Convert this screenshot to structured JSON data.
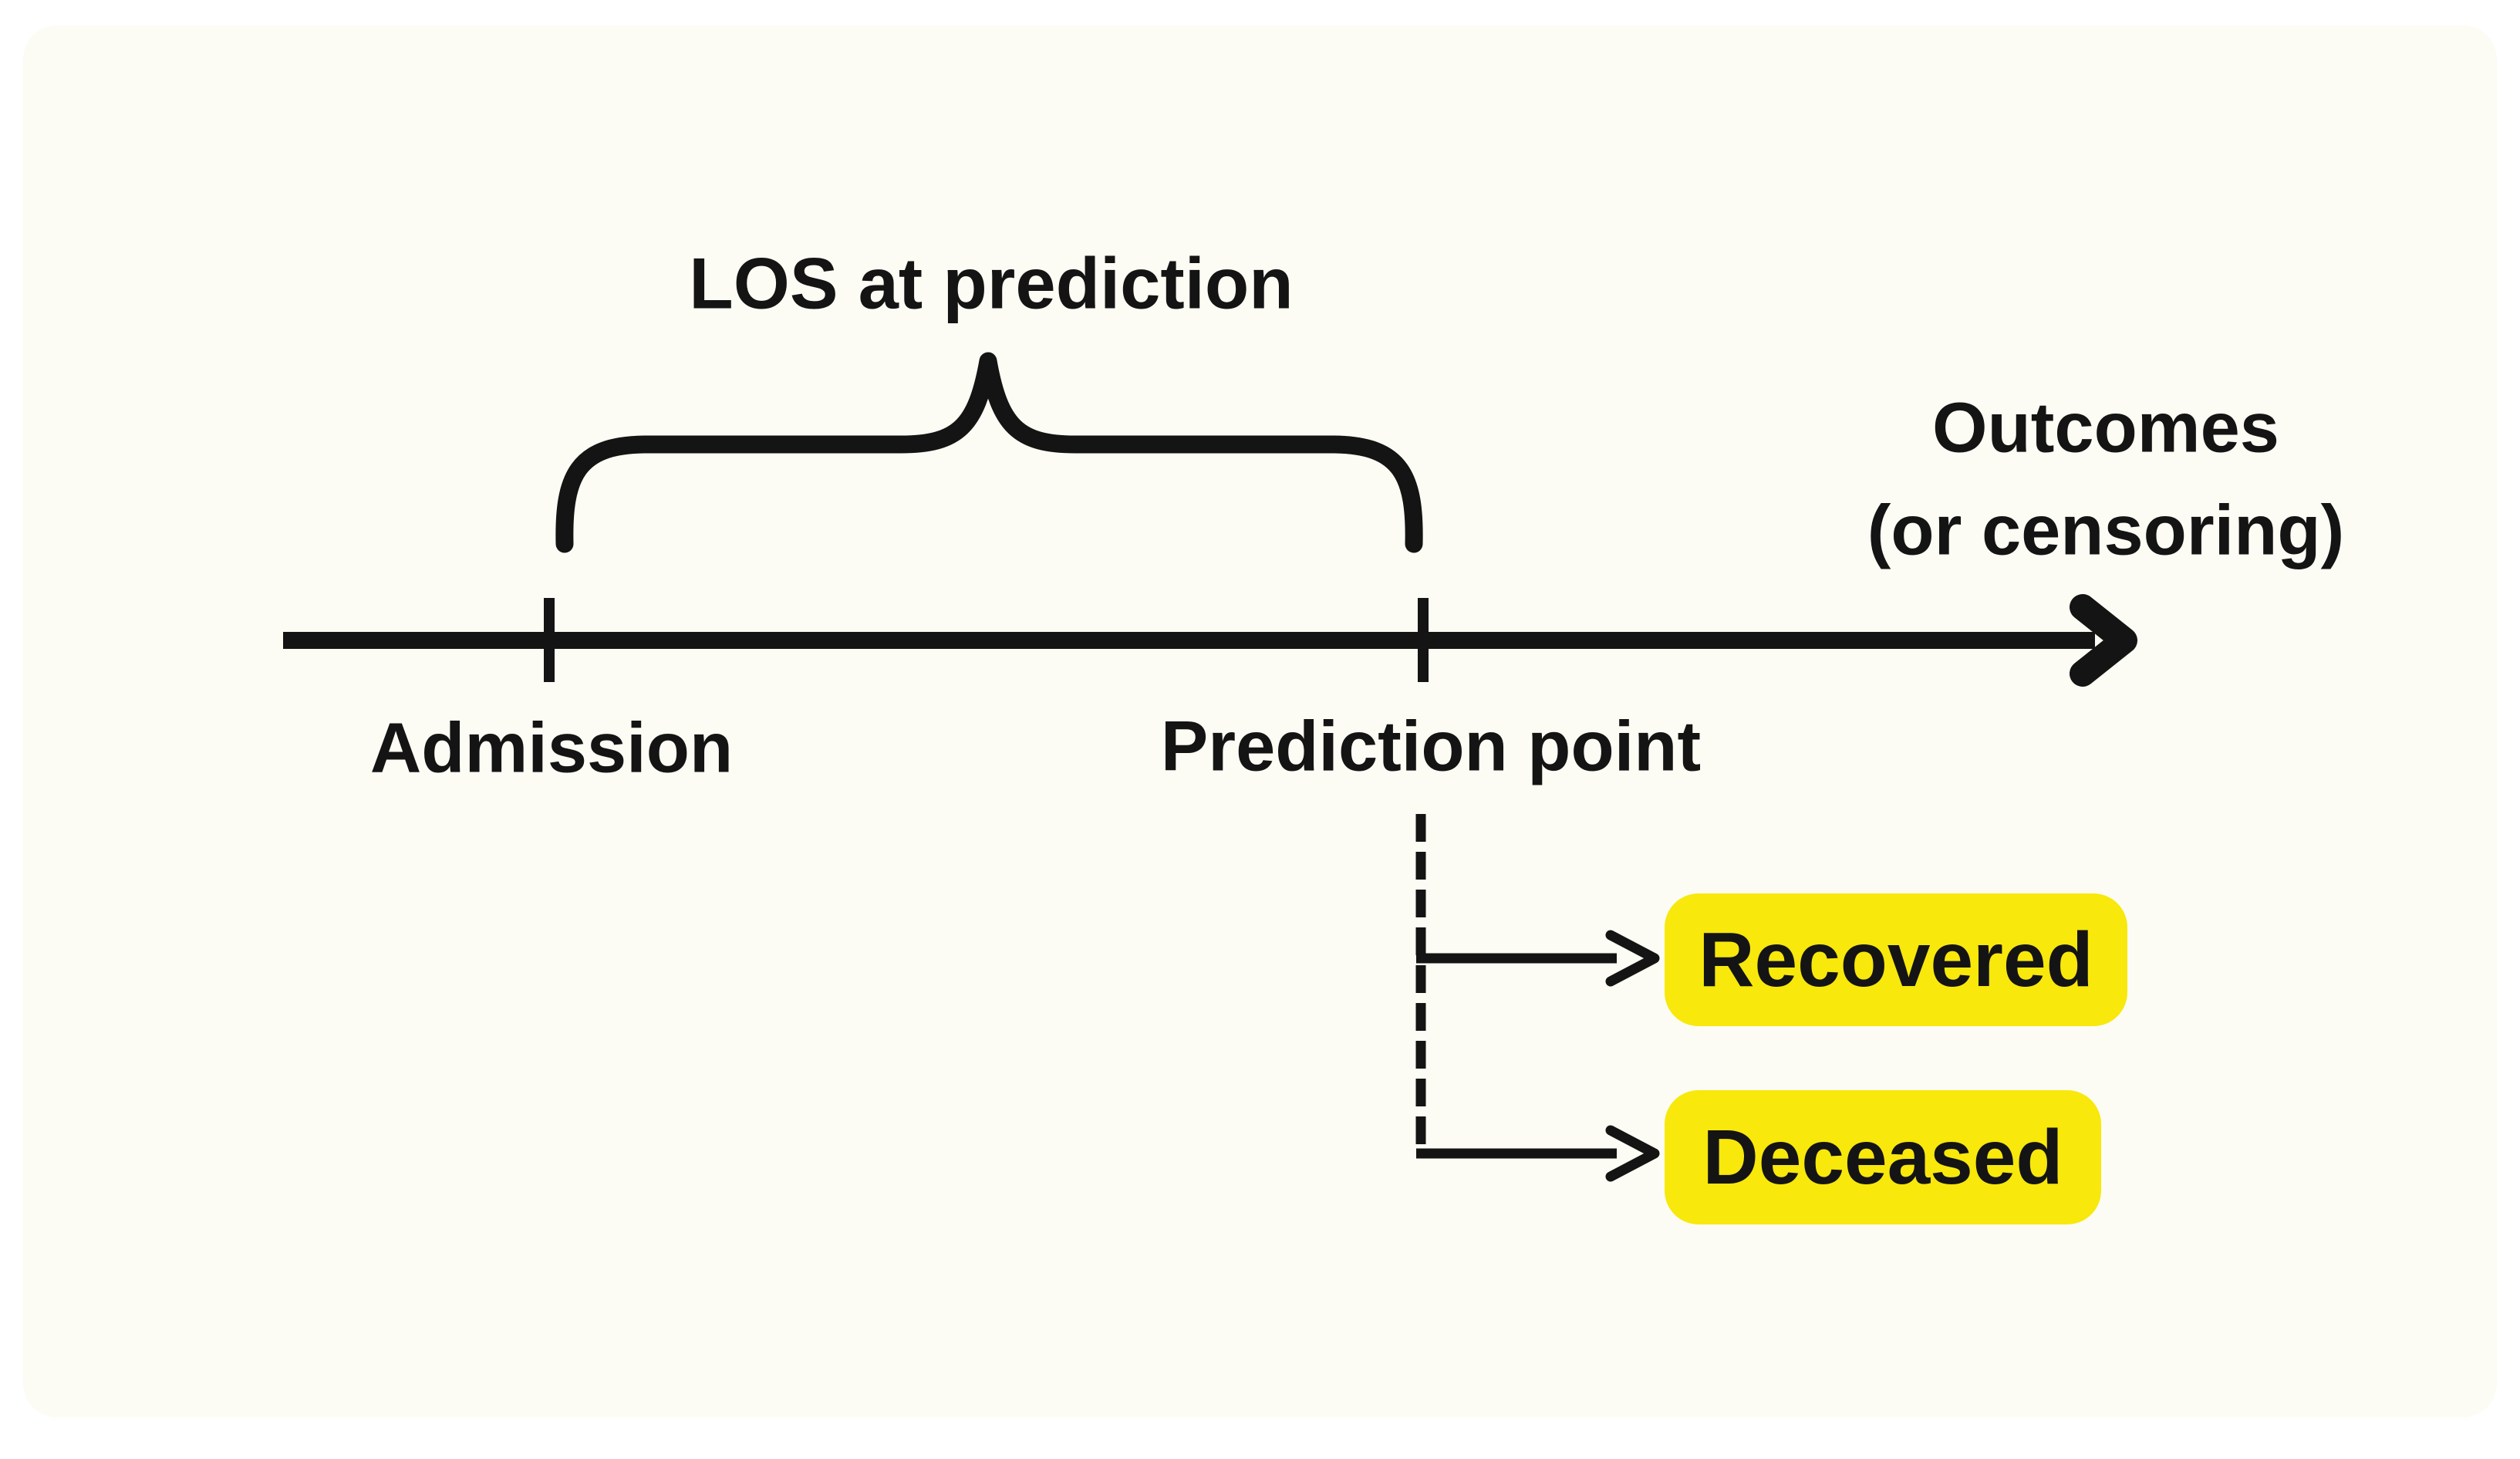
{
  "colors": {
    "page_background": "#FFFFFF",
    "panel_background": "#FCFCF4",
    "ink": "#141414",
    "highlight_yellow": "#F8E80C"
  },
  "diagram": {
    "brace_label": "LOS at prediction",
    "timeline": {
      "admission_label": "Admission",
      "prediction_label": "Prediction point"
    },
    "outcomes_heading": {
      "line1": "Outcomes",
      "line2": "(or censoring)"
    },
    "outcome_chips": [
      {
        "label": "Recovered"
      },
      {
        "label": "Deceased"
      }
    ]
  }
}
